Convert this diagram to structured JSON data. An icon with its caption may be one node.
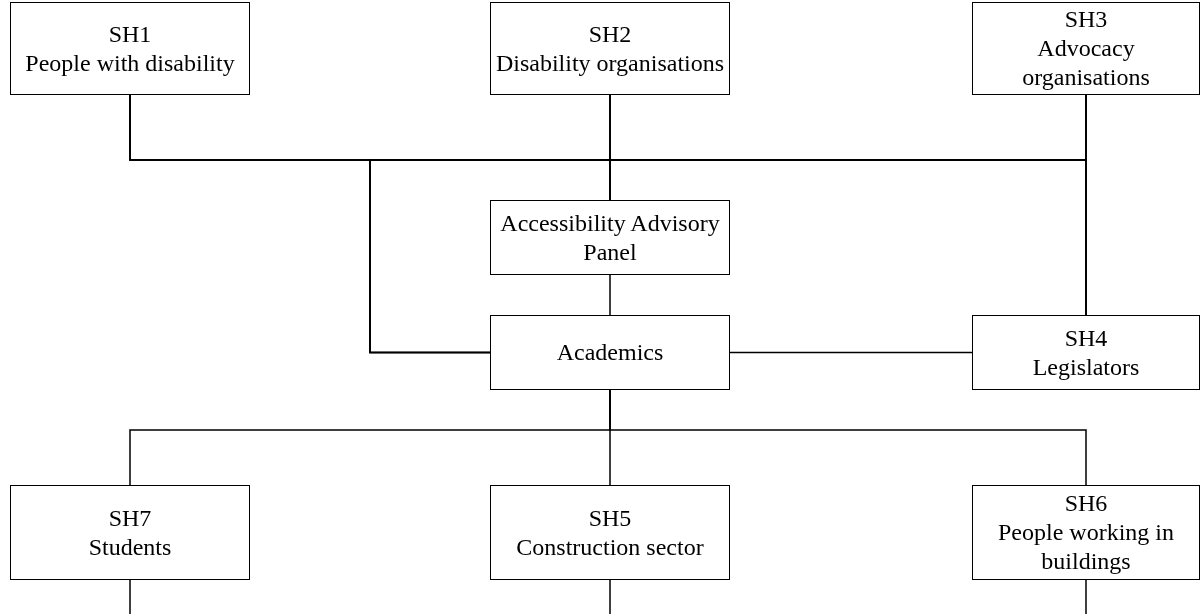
{
  "diagram": {
    "nodes": [
      {
        "text": [
          "SH1",
          "People with disability"
        ]
      },
      {
        "text": [
          "SH2",
          "Disability organisations"
        ]
      },
      {
        "text": [
          "SH3",
          "Advocacy organisations"
        ]
      },
      {
        "text": [
          "Accessibility Advisory Panel"
        ]
      },
      {
        "text": [
          "Academics"
        ]
      },
      {
        "text": [
          "SH4",
          "Legislators"
        ]
      },
      {
        "text": [
          "SH7",
          "Students"
        ]
      },
      {
        "text": [
          "SH5",
          "Construction sector"
        ]
      },
      {
        "text": [
          "SH6",
          "People working in buildings"
        ]
      }
    ],
    "edges": [
      {
        "from": 0,
        "to": 3,
        "arrow": "none"
      },
      {
        "from": 1,
        "to": 3,
        "arrow": "none"
      },
      {
        "from": 2,
        "to": 3,
        "arrow": "none"
      },
      {
        "from": 0,
        "to": 4,
        "arrow": "none"
      },
      {
        "from": 1,
        "to": 4,
        "arrow": "none"
      },
      {
        "from": 2,
        "to": 4,
        "arrow": "none"
      },
      {
        "from": 0,
        "to": 5,
        "arrow": "none"
      },
      {
        "from": 1,
        "to": 5,
        "arrow": "none"
      },
      {
        "from": 2,
        "to": 5,
        "arrow": "none"
      },
      {
        "from": 3,
        "to": 4,
        "arrow": "none"
      },
      {
        "from": 4,
        "to": 5,
        "arrow": "none"
      },
      {
        "from": 4,
        "to": 6,
        "arrow": "none"
      },
      {
        "from": 4,
        "to": 7,
        "arrow": "none"
      },
      {
        "from": 4,
        "to": 8,
        "arrow": "none"
      },
      {
        "from": 6,
        "to": null,
        "arrow": "none"
      },
      {
        "from": 7,
        "to": null,
        "arrow": "none"
      },
      {
        "from": 8,
        "to": null,
        "arrow": "none"
      }
    ]
  }
}
